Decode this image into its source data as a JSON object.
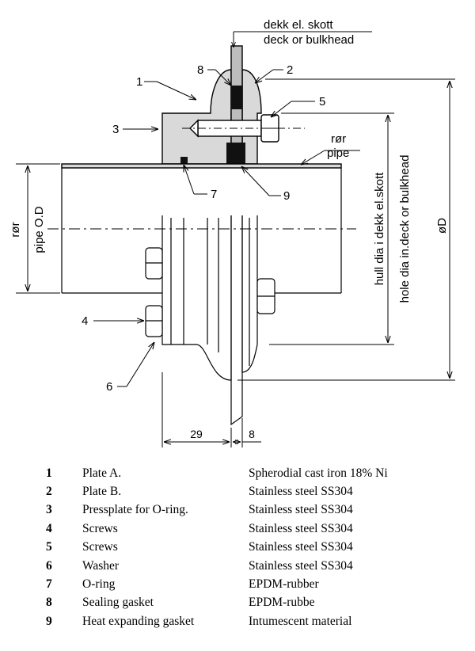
{
  "labels": {
    "deck_no": "dekk el. skott",
    "deck_en": "deck or bulkhead",
    "pipe_no": "rør",
    "pipe_en": "pipe",
    "pipe_od_no": "rør",
    "pipe_od_en": "pipe O.D",
    "hole_no": "hull dia i dekk el.skott",
    "hole_en": "hole dia in.deck or bulkhead",
    "outer_dia": "øD",
    "dim_29": "29",
    "dim_8": "8"
  },
  "callouts": [
    "1",
    "2",
    "3",
    "4",
    "5",
    "6",
    "7",
    "8",
    "9"
  ],
  "parts": [
    {
      "num": "1",
      "name": "Plate A.",
      "material": "Spherodial cast iron 18% Ni"
    },
    {
      "num": "2",
      "name": "Plate B.",
      "material": "Stainless steel SS304"
    },
    {
      "num": "3",
      "name": "Pressplate for O-ring.",
      "material": "Stainless steel SS304"
    },
    {
      "num": "4",
      "name": "Screws",
      "material": "Stainless steel SS304"
    },
    {
      "num": "5",
      "name": "Screws",
      "material": "Stainless steel SS304"
    },
    {
      "num": "6",
      "name": "Washer",
      "material": "Stainless steel SS304"
    },
    {
      "num": "7",
      "name": "O-ring",
      "material": "EPDM-rubber"
    },
    {
      "num": "8",
      "name": "Sealing gasket",
      "material": "EPDM-rubbe"
    },
    {
      "num": "9",
      "name": "Heat expanding gasket",
      "material": "Intumescent material"
    }
  ]
}
